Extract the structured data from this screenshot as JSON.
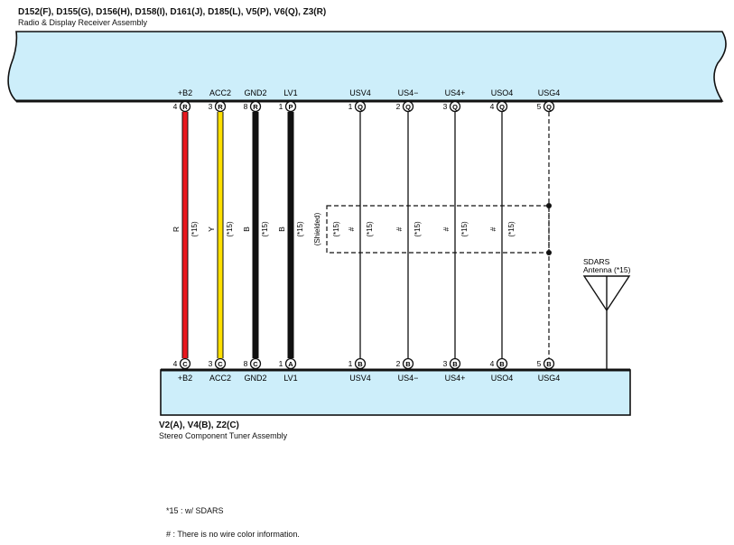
{
  "top_assembly": {
    "connectors": "D152(F), D155(G), D156(H), D158(I), D161(J), D185(L), V5(P), V6(Q), Z3(R)",
    "name": "Radio & Display Receiver Assembly"
  },
  "bottom_assembly": {
    "connectors": "V2(A), V4(B), Z2(C)",
    "name": "Stereo Component Tuner Assembly"
  },
  "colors": {
    "box_fill": "#cdeefa",
    "wire_red": "#e8171e",
    "wire_yellow": "#ffe000",
    "wire_black": "#111111"
  },
  "wires": [
    {
      "top_label": "+B2",
      "top_pin": "4",
      "top_conn": "R",
      "color_code": "R",
      "note": "(*15)",
      "bottom_pin": "4",
      "bottom_conn": "C",
      "bottom_label": "+B2",
      "style": "thick",
      "color": "#e8171e"
    },
    {
      "top_label": "ACC2",
      "top_pin": "3",
      "top_conn": "R",
      "color_code": "Y",
      "note": "(*15)",
      "bottom_pin": "3",
      "bottom_conn": "C",
      "bottom_label": "ACC2",
      "style": "thick",
      "color": "#ffe000"
    },
    {
      "top_label": "GND2",
      "top_pin": "8",
      "top_conn": "R",
      "color_code": "B",
      "note": "(*15)",
      "bottom_pin": "8",
      "bottom_conn": "C",
      "bottom_label": "GND2",
      "style": "thick",
      "color": "#111111"
    },
    {
      "top_label": "LV1",
      "top_pin": "1",
      "top_conn": "P",
      "color_code": "B",
      "note": "(*15)",
      "bottom_pin": "1",
      "bottom_conn": "A",
      "bottom_label": "LV1",
      "style": "thick",
      "color": "#111111"
    },
    {
      "top_label": "USV4",
      "top_pin": "1",
      "top_conn": "Q",
      "color_code": "#",
      "note": "(*15)",
      "bottom_pin": "1",
      "bottom_conn": "B",
      "bottom_label": "USV4",
      "style": "thin",
      "color": "#111111"
    },
    {
      "top_label": "US4−",
      "top_pin": "2",
      "top_conn": "Q",
      "color_code": "#",
      "note": "(*15)",
      "bottom_pin": "2",
      "bottom_conn": "B",
      "bottom_label": "US4−",
      "style": "thin",
      "color": "#111111"
    },
    {
      "top_label": "US4+",
      "top_pin": "3",
      "top_conn": "Q",
      "color_code": "#",
      "note": "(*15)",
      "bottom_pin": "3",
      "bottom_conn": "B",
      "bottom_label": "US4+",
      "style": "thin",
      "color": "#111111"
    },
    {
      "top_label": "USO4",
      "top_pin": "4",
      "top_conn": "Q",
      "color_code": "#",
      "note": "(*15)",
      "bottom_pin": "4",
      "bottom_conn": "B",
      "bottom_label": "USO4",
      "style": "thin",
      "color": "#111111"
    },
    {
      "top_label": "USG4",
      "top_pin": "5",
      "top_conn": "Q",
      "color_code": "",
      "note": "",
      "bottom_pin": "5",
      "bottom_conn": "B",
      "bottom_label": "USG4",
      "style": "dashed",
      "color": "#111111"
    }
  ],
  "shield": {
    "label": "(Shielded)",
    "note": "(*15)"
  },
  "antenna": {
    "label_line1": "SDARS",
    "label_line2": "Antenna (*15)"
  },
  "notes": [
    "*15 : w/ SDARS",
    "# : There is no wire color information."
  ]
}
